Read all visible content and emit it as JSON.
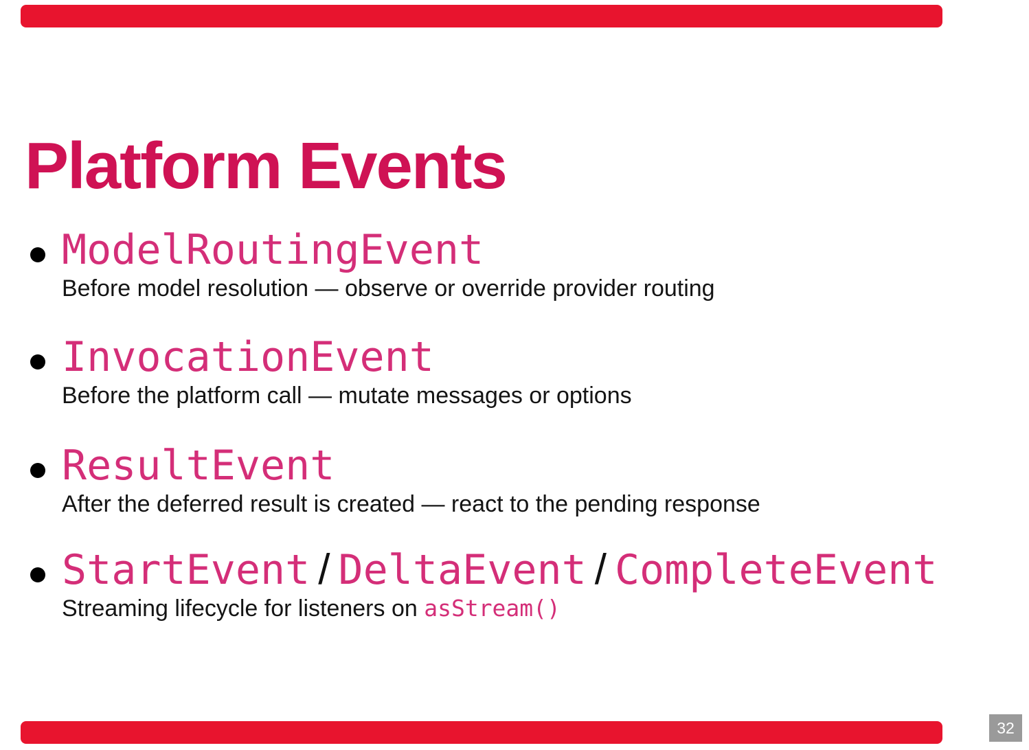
{
  "slide": {
    "title": "Platform Events",
    "page_number": "32",
    "bullets": [
      {
        "code_parts": [
          "ModelRoutingEvent"
        ],
        "desc_prefix": "Before model resolution — observe or override provider routing",
        "desc_code": ""
      },
      {
        "code_parts": [
          "InvocationEvent"
        ],
        "desc_prefix": "Before the platform call — mutate messages or options",
        "desc_code": ""
      },
      {
        "code_parts": [
          "ResultEvent"
        ],
        "desc_prefix": "After the deferred result is created — react to the pending response",
        "desc_code": ""
      },
      {
        "code_parts": [
          "StartEvent",
          "DeltaEvent",
          "CompleteEvent"
        ],
        "desc_prefix": "Streaming lifecycle for listeners on ",
        "desc_code": "asStream()"
      }
    ],
    "code_separator": "/",
    "colors": {
      "accent_red": "#e8142e",
      "title_crimson": "#cf1254",
      "code_pink": "#d42e78",
      "text_black": "#141414",
      "pagebox_bg": "#9a9a9a",
      "pagebox_fg": "#ffffff"
    }
  }
}
